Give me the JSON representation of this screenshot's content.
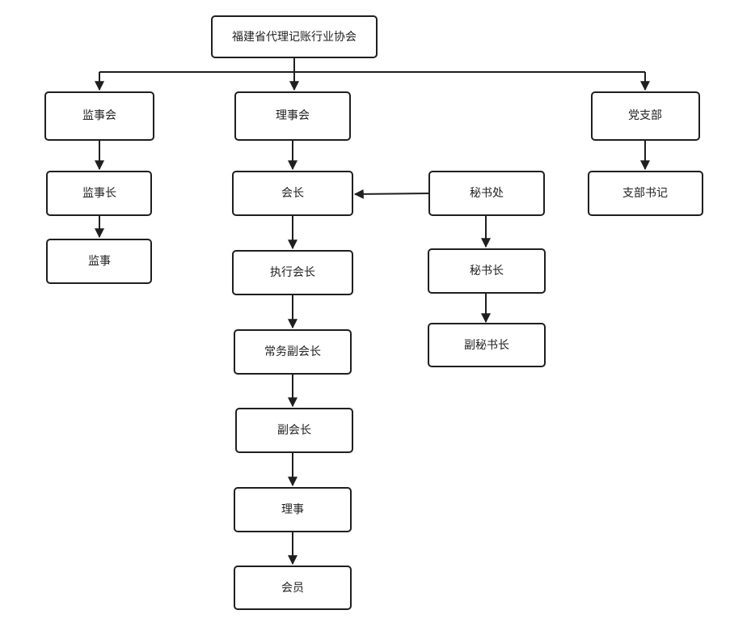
{
  "colors": {
    "background": "#ffffff",
    "stroke": "#1f1f1f",
    "text": "#222222"
  },
  "nodes": {
    "association": "福建省代理记账行业协会",
    "supervisory_board": "监事会",
    "council": "理事会",
    "party_branch": "党支部",
    "chief_supervisor": "监事长",
    "president": "会长",
    "secretariat": "秘书处",
    "branch_secretary": "支部书记",
    "supervisor": "监事",
    "executive_president": "执行会长",
    "secretary_general": "秘书长",
    "standing_vice_president": "常务副会长",
    "deputy_secretary_general": "副秘书长",
    "vice_president": "副会长",
    "director": "理事",
    "member": "会员"
  }
}
